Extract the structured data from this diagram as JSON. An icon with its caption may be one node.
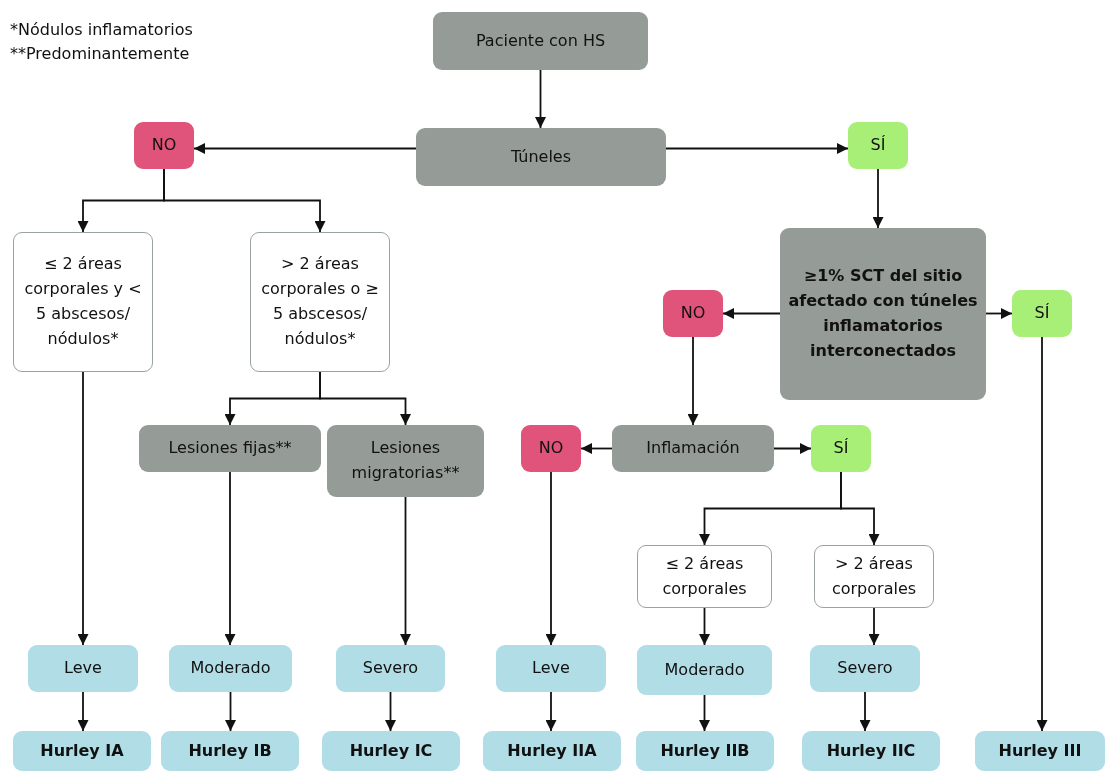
{
  "diagram": {
    "nodes": [
      {
        "text": [
          "Paciente con HS"
        ]
      },
      {
        "text": [
          "Túneles"
        ]
      },
      {
        "text": [
          "NO"
        ]
      },
      {
        "text": [
          "SÍ"
        ]
      },
      {
        "text": [
          "≤ 2 áreas corporales y < 5 abscesos/ nódulos*"
        ]
      },
      {
        "text": [
          "> 2 áreas corporales o ≥ 5 abscesos/ nódulos*"
        ]
      },
      {
        "text": [
          "≥1% SCT del sitio afectado con túneles inflamatorios interconectados"
        ]
      },
      {
        "text": [
          "NO"
        ]
      },
      {
        "text": [
          "SÍ"
        ]
      },
      {
        "text": [
          "Lesiones fijas**"
        ]
      },
      {
        "text": [
          "Lesiones migratorias**"
        ]
      },
      {
        "text": [
          "NO"
        ]
      },
      {
        "text": [
          "Inflamación"
        ]
      },
      {
        "text": [
          "SÍ"
        ]
      },
      {
        "text": [
          "≤ 2 áreas corporales"
        ]
      },
      {
        "text": [
          "> 2 áreas corporales"
        ]
      },
      {
        "text": [
          "Leve"
        ]
      },
      {
        "text": [
          "Moderado"
        ]
      },
      {
        "text": [
          "Severo"
        ]
      },
      {
        "text": [
          "Leve"
        ]
      },
      {
        "text": [
          "Moderado"
        ]
      },
      {
        "text": [
          "Severo"
        ]
      },
      {
        "text": [
          "Hurley IA"
        ]
      },
      {
        "text": [
          "Hurley IB"
        ]
      },
      {
        "text": [
          "Hurley IC"
        ]
      },
      {
        "text": [
          "Hurley IIA"
        ]
      },
      {
        "text": [
          "Hurley IIB"
        ]
      },
      {
        "text": [
          "Hurley IIC"
        ]
      },
      {
        "text": [
          "Hurley III"
        ]
      }
    ],
    "edges": [
      {
        "from": 0,
        "to": 1,
        "arrow": "to"
      },
      {
        "from": 1,
        "to": 2,
        "arrow": "to"
      },
      {
        "from": 1,
        "to": 3,
        "arrow": "to"
      },
      {
        "from": 2,
        "to": 4,
        "arrow": "to"
      },
      {
        "from": 2,
        "to": 5,
        "arrow": "to"
      },
      {
        "from": 3,
        "to": 6,
        "arrow": "to"
      },
      {
        "from": 6,
        "to": 7,
        "arrow": "to"
      },
      {
        "from": 6,
        "to": 8,
        "arrow": "to"
      },
      {
        "from": 5,
        "to": 9,
        "arrow": "to"
      },
      {
        "from": 5,
        "to": 10,
        "arrow": "to"
      },
      {
        "from": 7,
        "to": 12,
        "arrow": "to"
      },
      {
        "from": 12,
        "to": 11,
        "arrow": "to"
      },
      {
        "from": 12,
        "to": 13,
        "arrow": "to"
      },
      {
        "from": 13,
        "to": 14,
        "arrow": "to"
      },
      {
        "from": 13,
        "to": 15,
        "arrow": "to"
      },
      {
        "from": 4,
        "to": 16,
        "arrow": "to"
      },
      {
        "from": 9,
        "to": 17,
        "arrow": "to"
      },
      {
        "from": 10,
        "to": 18,
        "arrow": "to"
      },
      {
        "from": 11,
        "to": 19,
        "arrow": "to"
      },
      {
        "from": 14,
        "to": 20,
        "arrow": "to"
      },
      {
        "from": 15,
        "to": 21,
        "arrow": "to"
      },
      {
        "from": 8,
        "to": 28,
        "arrow": "to"
      },
      {
        "from": 16,
        "to": 22,
        "arrow": "to"
      },
      {
        "from": 17,
        "to": 23,
        "arrow": "to"
      },
      {
        "from": 18,
        "to": 24,
        "arrow": "to"
      },
      {
        "from": 19,
        "to": 25,
        "arrow": "to"
      },
      {
        "from": 20,
        "to": 26,
        "arrow": "to"
      },
      {
        "from": 21,
        "to": 27,
        "arrow": "to"
      }
    ],
    "labels": [
      "*Nódulos inflamatorios",
      "**Predominantemente"
    ]
  }
}
